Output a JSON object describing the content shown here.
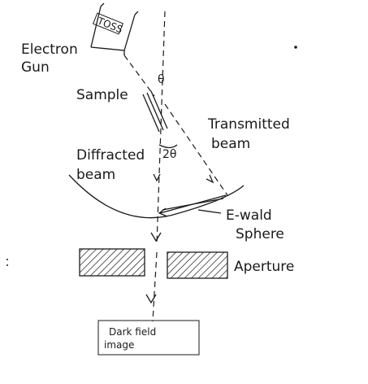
{
  "labels": {
    "electron_gun": [
      "Electron",
      "Gun"
    ],
    "sample": "Sample",
    "transmitted_beam": [
      "Transmitted",
      "beam"
    ],
    "diffracted_beam": [
      "Diffracted",
      "beam"
    ],
    "angle": "2θ",
    "theta": "θ",
    "ewald_sphere": [
      "E-wald",
      "Sphere"
    ],
    "aperture": "Aperture",
    "dark_field_image": [
      "Dark field",
      "image"
    ],
    "gun_marking": "TOSS"
  }
}
